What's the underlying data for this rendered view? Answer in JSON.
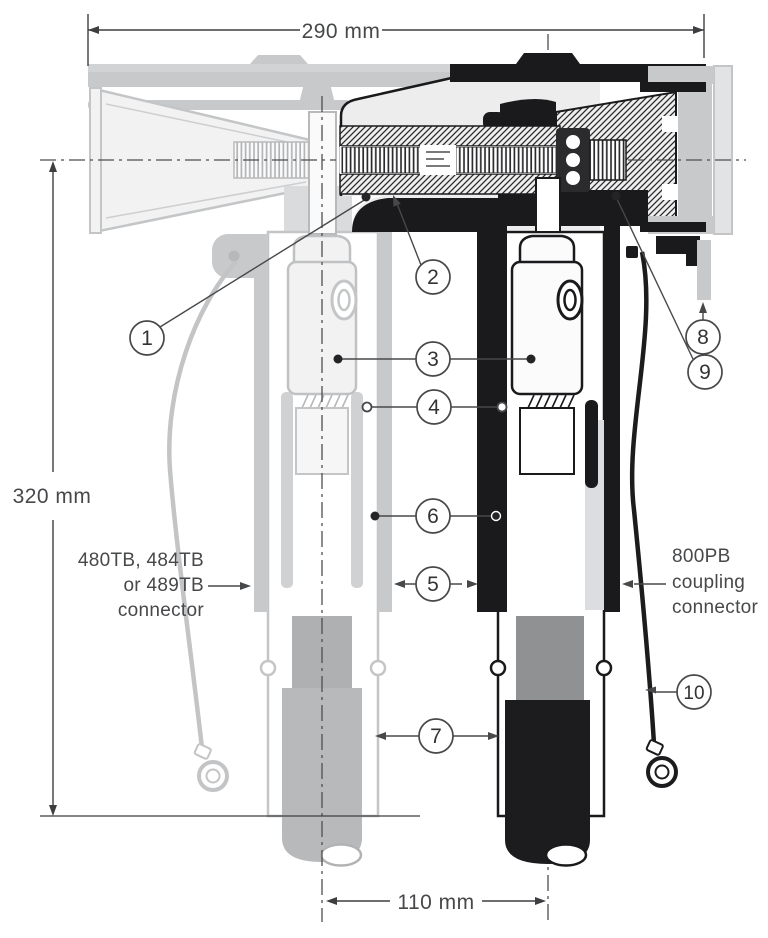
{
  "diagram": {
    "dimensions": {
      "width": "290 mm",
      "height": "320 mm",
      "leg_spacing": "110 mm"
    },
    "labels": {
      "left_connector": {
        "line1": "480TB, 484TB",
        "line2": "or 489TB",
        "line3": "connector"
      },
      "right_connector": {
        "line1": "800PB",
        "line2": "coupling",
        "line3": "connector"
      }
    },
    "callouts": [
      "1",
      "2",
      "3",
      "4",
      "5",
      "6",
      "7",
      "8",
      "9",
      "10"
    ],
    "colors": {
      "ink": "#1a1a1c",
      "ghost": "#c7c9cb",
      "leader": "#47484a",
      "background": "#ffffff"
    }
  }
}
